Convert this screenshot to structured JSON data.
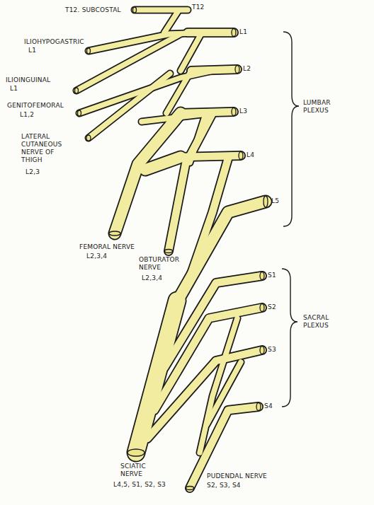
{
  "diagram": {
    "labels": [
      "T12. SUBCOSTAL",
      "T12",
      "L1",
      "ILIOHYPOGASTRIC",
      "L1",
      "ILIOINGUINAL",
      "L1",
      "L2",
      "GENITOFEMORAL",
      "L1,2",
      "L3",
      "LATERAL CUTANEOUS NERVE OF THIGH",
      "L2,3",
      "L4",
      "LUMBAR PLEXUS",
      "L5",
      "FEMORAL NERVE",
      "L2,3,4",
      "OBTURATOR NERVE",
      "L2,3,4",
      "S1",
      "SACRAL PLEXUS",
      "S2",
      "S3",
      "S4",
      "SCIATIC NERVE",
      "L4,5, S1, S2, S3",
      "PUDENDAL NERVE",
      "S2, S3, S4"
    ]
  }
}
